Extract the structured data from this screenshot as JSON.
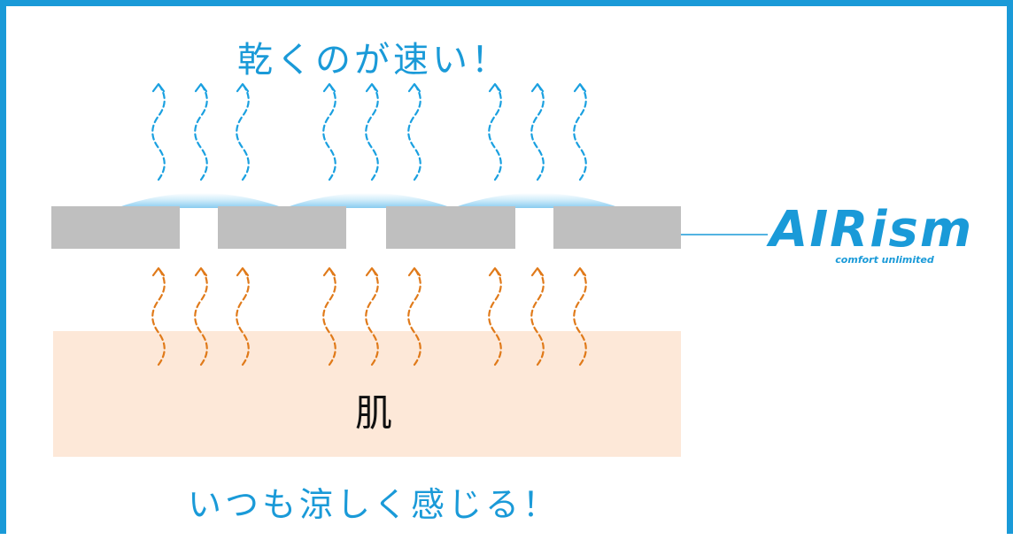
{
  "top_caption": "乾くのが速い！",
  "bottom_caption": "いつも涼しく感じる！",
  "skin_label": "肌",
  "brand": {
    "name": "AIRism",
    "tagline": "comfort unlimited"
  },
  "colors": {
    "frame": "#1a9ad8",
    "brand_blue": "#1a9ad8",
    "evaporation_arrow": "#1aa0e0",
    "heat_arrow": "#e07a1a",
    "fabric": "#bfbfbf",
    "skin": "#fde8d8",
    "moisture": "#bfe3f5",
    "caption_blue": "#1a9ad8"
  }
}
